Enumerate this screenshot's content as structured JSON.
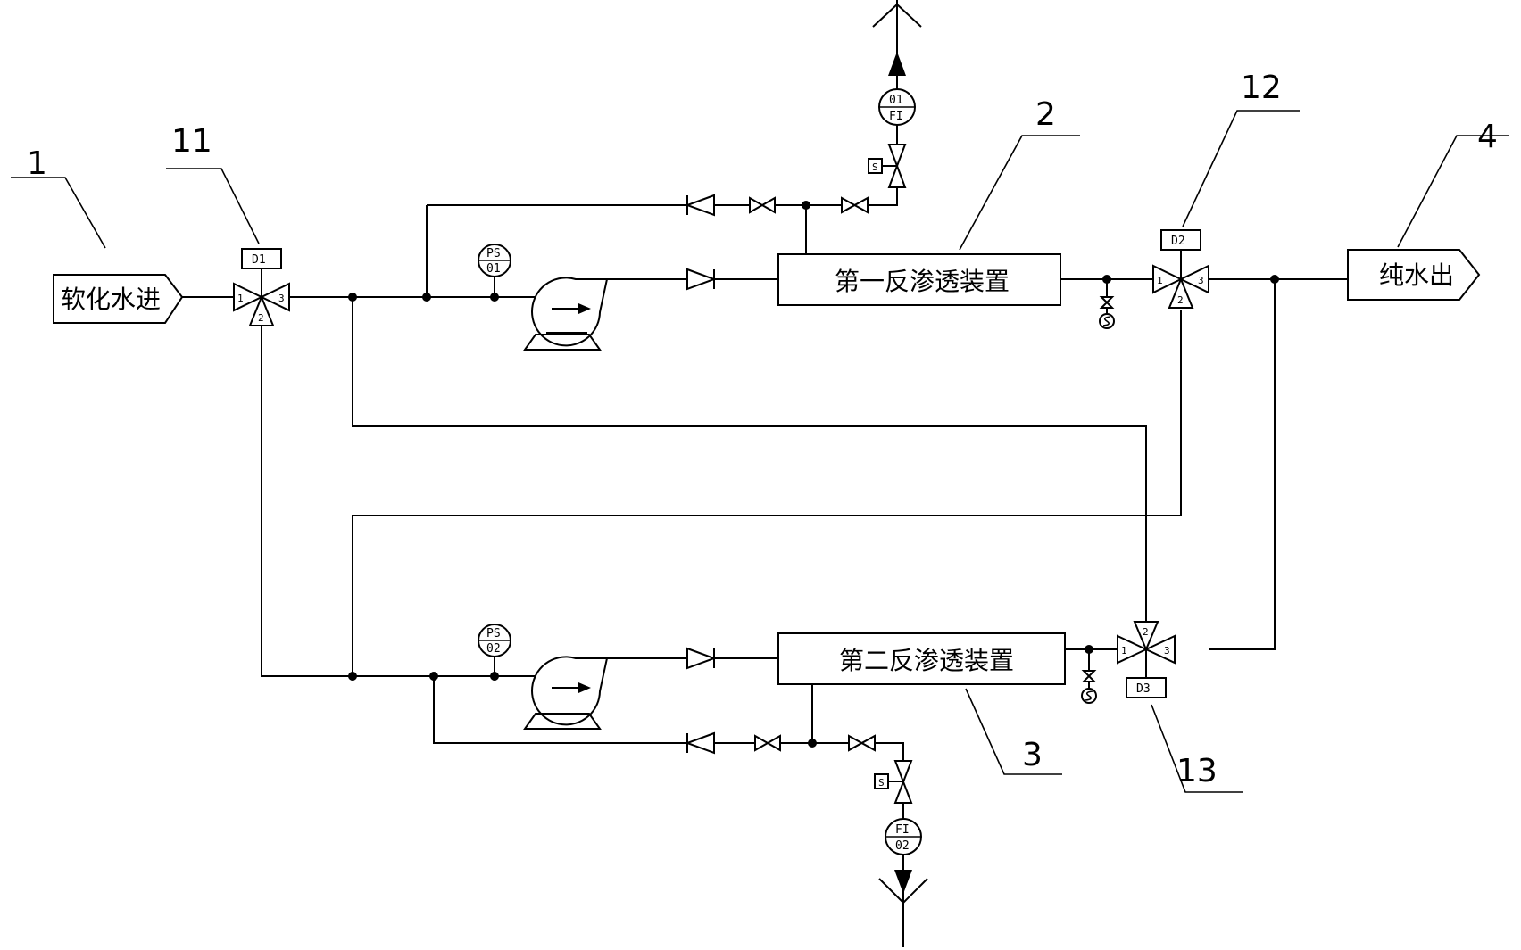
{
  "callouts": {
    "c1": "1",
    "c2": "2",
    "c3": "3",
    "c4": "4",
    "c11": "11",
    "c12": "12",
    "c13": "13"
  },
  "terminals": {
    "inlet": "软化水进",
    "outlet": "纯水出"
  },
  "units": {
    "ro1": "第一反渗透装置",
    "ro2": "第二反渗透装置"
  },
  "valves": {
    "d1": "D1",
    "d2": "D2",
    "d3": "D3",
    "port1": "1",
    "port2": "2",
    "port3": "3"
  },
  "instruments": {
    "ps_top": "PS",
    "ps01": "01",
    "ps02": "02",
    "fi_top": "FI",
    "fi01": "01",
    "fi02": "02",
    "solenoid": "S"
  }
}
